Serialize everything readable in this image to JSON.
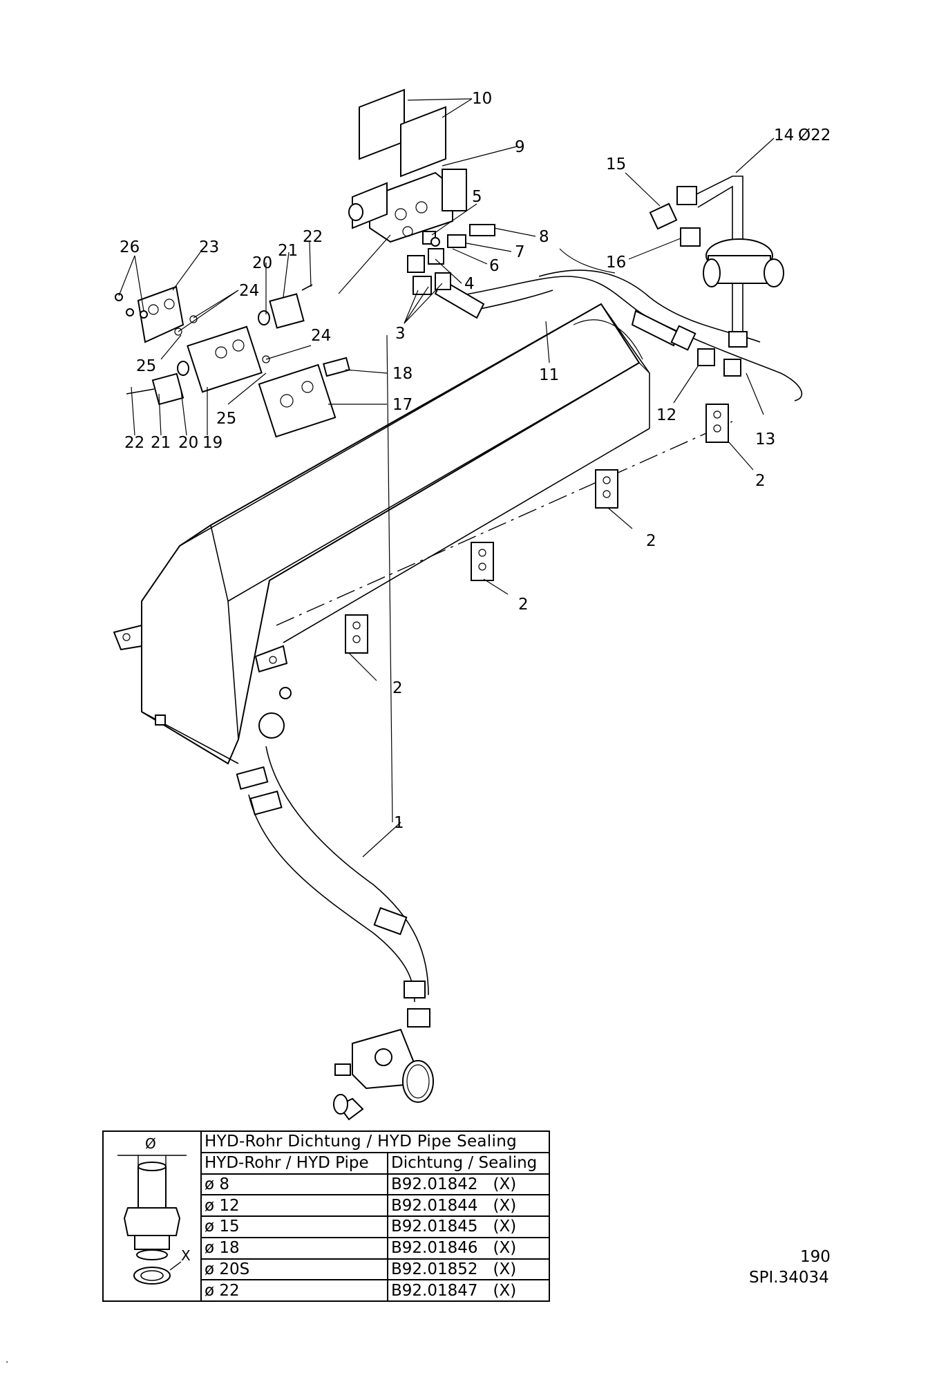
{
  "callouts": {
    "c1": "1",
    "c2": "2",
    "c3": "3",
    "c4": "4",
    "c5": "5",
    "c6": "6",
    "c7": "7",
    "c8": "8",
    "c9": "9",
    "c10": "10",
    "c11": "11",
    "c12": "12",
    "c13": "13",
    "c14": "14",
    "c14_dia": "Ø22",
    "c15": "15",
    "c16": "16",
    "c17": "17",
    "c18": "18",
    "c19": "19",
    "c20": "20",
    "c21": "21",
    "c22": "22",
    "c23": "23",
    "c24": "24",
    "c25": "25",
    "c26": "26"
  },
  "table": {
    "symbol_dia": "Ø",
    "symbol_x": "X",
    "title": "HYD-Rohr Dichtung / HYD Pipe Sealing",
    "col_pipe": "HYD-Rohr / HYD Pipe",
    "col_seal": "Dichtung / Sealing",
    "rows": [
      {
        "dia": "ø  8",
        "code": "B92.01842",
        "mark": "(X)"
      },
      {
        "dia": "ø  12",
        "code": "B92.01844",
        "mark": "(X)"
      },
      {
        "dia": "ø  15",
        "code": "B92.01845",
        "mark": "(X)"
      },
      {
        "dia": "ø  18",
        "code": "B92.01846",
        "mark": "(X)"
      },
      {
        "dia": "ø  20S",
        "code": "B92.01852",
        "mark": "(X)"
      },
      {
        "dia": "ø  22",
        "code": "B92.01847",
        "mark": "(X)"
      }
    ]
  },
  "footer": {
    "page": "190",
    "drawing": "SPI.34034",
    "edge": "."
  }
}
